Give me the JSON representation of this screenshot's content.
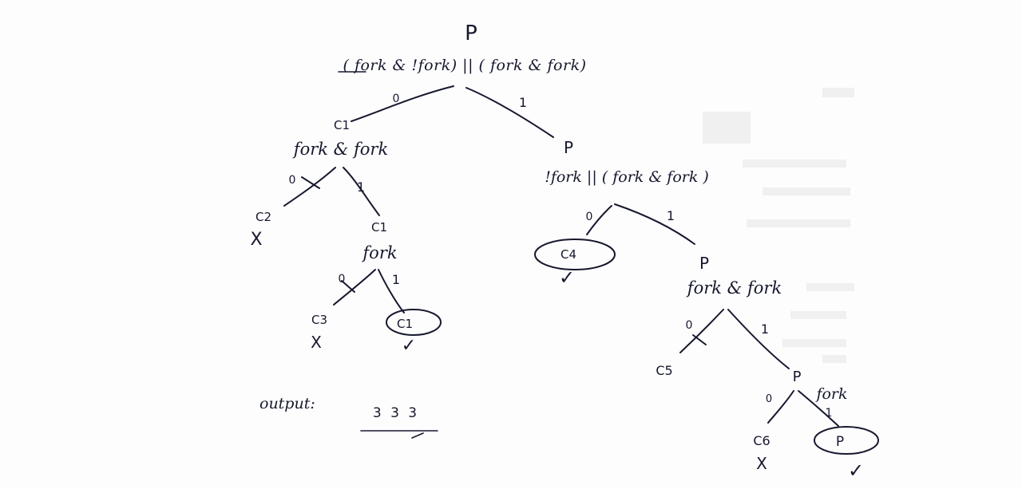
{
  "root": {
    "process_label": "P",
    "expression": "( fork & !fork) || ( fork & fork)"
  },
  "edges": {
    "root_left": "0",
    "root_right": "1",
    "c1_left": "0",
    "c1_right": "1",
    "c1b_left": "0",
    "c1b_right": "1",
    "pr_left": "0",
    "pr_right": "1",
    "prr_left": "0",
    "prr_right": "1",
    "prrr_left": "0",
    "prrr_right": "1"
  },
  "nodes": {
    "c1_label": "C1",
    "c1_expression": "fork & fork",
    "c2_label": "C2",
    "c2_mark": "X",
    "c1b_label": "C1",
    "c1b_expression": "fork",
    "c3_label": "C3",
    "c3_mark": "X",
    "c1_leaf_label": "C1",
    "c1_leaf_mark": "✓",
    "pr_label": "P",
    "pr_expression": "!fork || ( fork & fork )",
    "c4_label": "C4",
    "c4_mark": "✓",
    "prr_label": "P",
    "prr_expression": "fork & fork",
    "c5_label": "C5",
    "prrr_label": "P",
    "prrr_expression": "fork",
    "c6_label": "C6",
    "c6_mark": "X",
    "p_leaf_label": "P",
    "p_leaf_mark": "✓"
  },
  "output": {
    "label": "output:",
    "value": "3 3 3"
  }
}
